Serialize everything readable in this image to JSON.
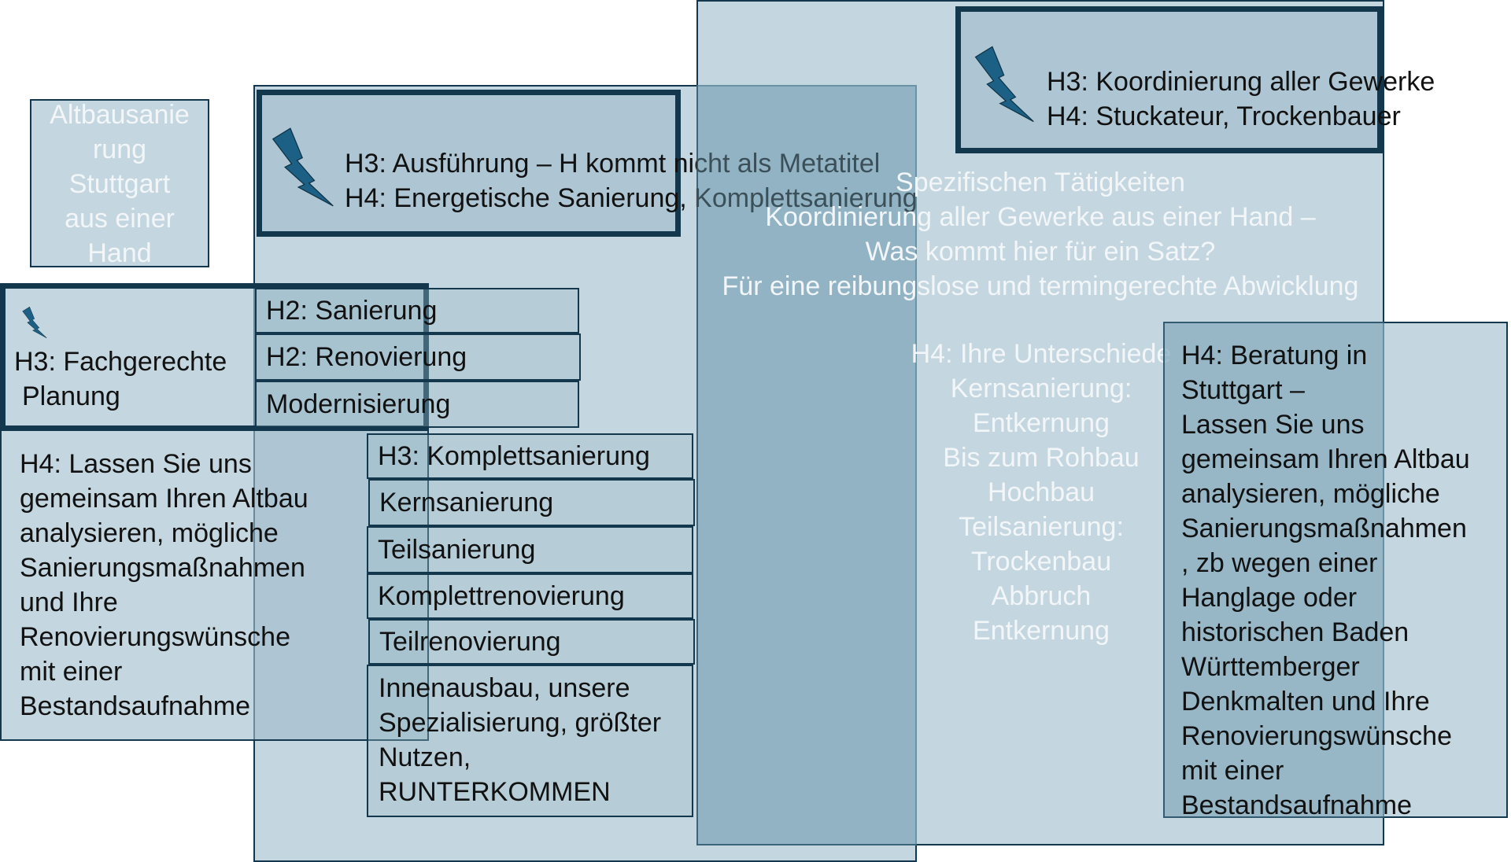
{
  "title_box": {
    "lines": [
      "Altbausanie",
      "rung",
      "Stuttgart",
      "aus einer",
      "Hand"
    ]
  },
  "top_center": {
    "h3": "H3: Ausführung – H kommt nicht als Metatitel",
    "h4": "H4: Energetische Sanierung, Komplettsanierung"
  },
  "top_right": {
    "h3": "H3: Koordinierung aller Gewerke",
    "h4": "H4: Stuckateur, Trockenbauer"
  },
  "left_panel": {
    "h3_line1": "H3: Fachgerechte",
    "h3_line2": "Planung",
    "h4_lines": [
      "H4: Lassen Sie uns",
      "gemeinsam Ihren Altbau",
      "analysieren, mögliche",
      "Sanierungsmaßnahmen",
      "und Ihre",
      "Renovierungswünsche",
      "mit einer",
      "Bestandsaufnahme"
    ]
  },
  "h2_items": [
    "H2: Sanierung",
    "H2: Renovierung",
    "Modernisierung"
  ],
  "komplett_items": [
    "H3: Komplettsanierung",
    "Kernsanierung",
    "Teilsanierung",
    "Komplettrenovierung",
    "Teilrenovierung"
  ],
  "innenausbau_lines": [
    "Innenausbau, unsere",
    "Spezialisierung, größter",
    "Nutzen,",
    "RUNTERKOMMEN"
  ],
  "specific": {
    "lines": [
      "Spezifischen Tätigkeiten",
      "Koordinierung aller Gewerke aus einer Hand –",
      "Was kommt hier für ein Satz?",
      "Für eine reibungslose und termingerechte Abwicklung"
    ]
  },
  "differences": {
    "lines": [
      "H4: Ihre Unterschiede",
      "Kernsanierung:",
      "Entkernung",
      "Bis zum Rohbau",
      "Hochbau",
      "Teilsanierung:",
      "Trockenbau",
      "Abbruch",
      "Entkernung"
    ]
  },
  "beratung": {
    "lines": [
      "H4: Beratung in",
      "Stuttgart –",
      "Lassen Sie uns",
      "gemeinsam Ihren Altbau",
      "analysieren, mögliche",
      "Sanierungsmaßnahmen",
      ", zb wegen einer",
      "Hanglage oder",
      "historischen Baden",
      "Württemberger",
      "Denkmalten und Ihre",
      "Renovierungswünsche",
      "mit einer",
      "Bestandsaufnahme"
    ]
  },
  "colors": {
    "panel_fill": "#9fbdcc",
    "border": "#13384e",
    "bolt": "#1c6185"
  },
  "icons": [
    "lightning-bolt-icon"
  ]
}
